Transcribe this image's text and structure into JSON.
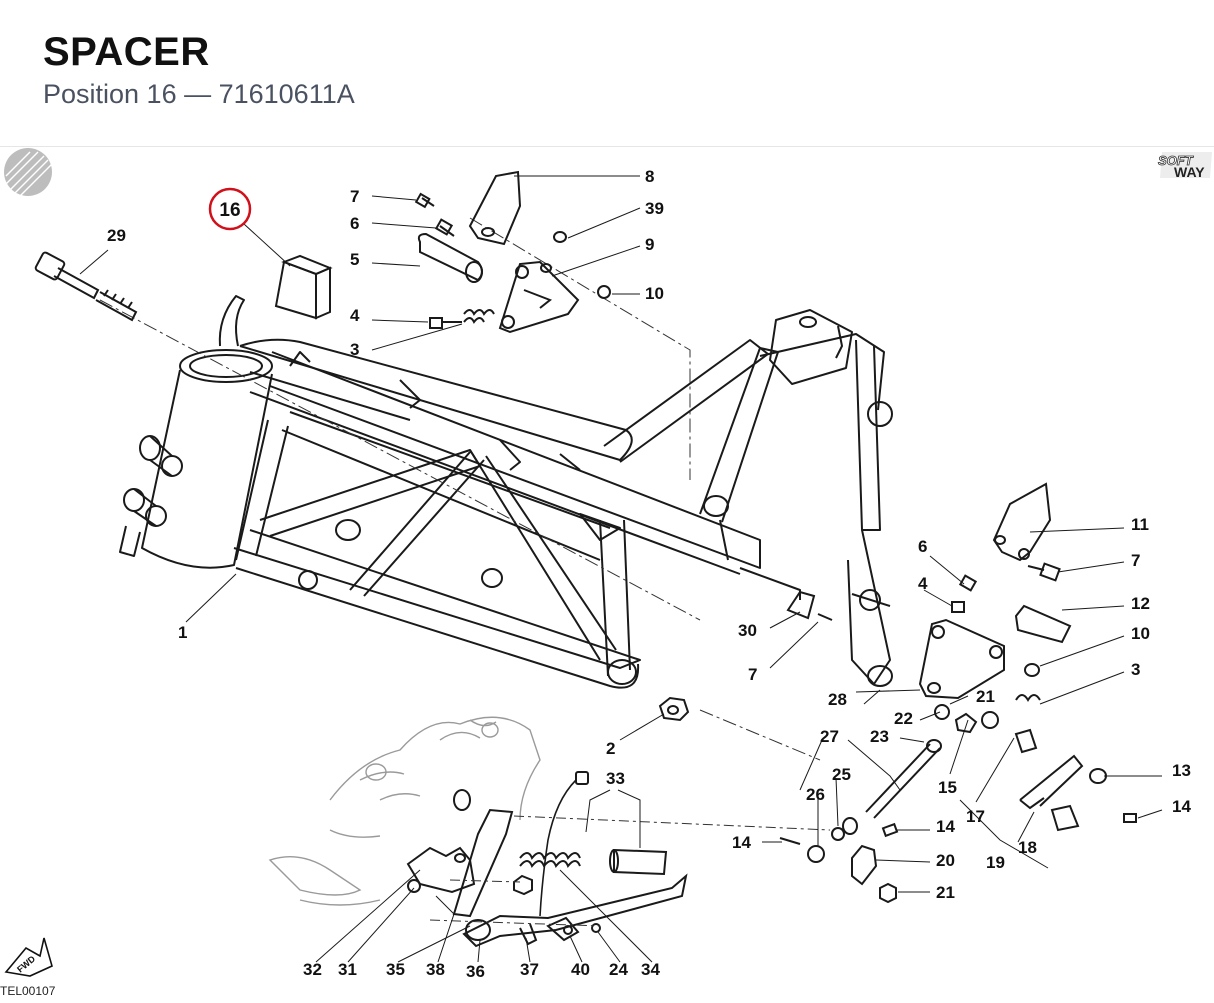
{
  "header": {
    "title": "SPACER",
    "subtitle": "Position 16 — 71610611A"
  },
  "diagram": {
    "highlighted_label": "16",
    "highlight_color": "#d0111b",
    "callouts": [
      "1",
      "2",
      "3",
      "3",
      "4",
      "4",
      "5",
      "6",
      "6",
      "7",
      "7",
      "7",
      "8",
      "9",
      "10",
      "10",
      "11",
      "12",
      "13",
      "14",
      "14",
      "14",
      "15",
      "16",
      "17",
      "18",
      "19",
      "20",
      "21",
      "21",
      "22",
      "23",
      "24",
      "25",
      "26",
      "27",
      "28",
      "29",
      "30",
      "31",
      "32",
      "33",
      "34",
      "35",
      "36",
      "37",
      "38",
      "39",
      "40"
    ],
    "drawing_code": "TEL00107",
    "brand_badge_top": "SOFT",
    "brand_badge_bottom": "WAY",
    "fwd_label": "FWD"
  }
}
